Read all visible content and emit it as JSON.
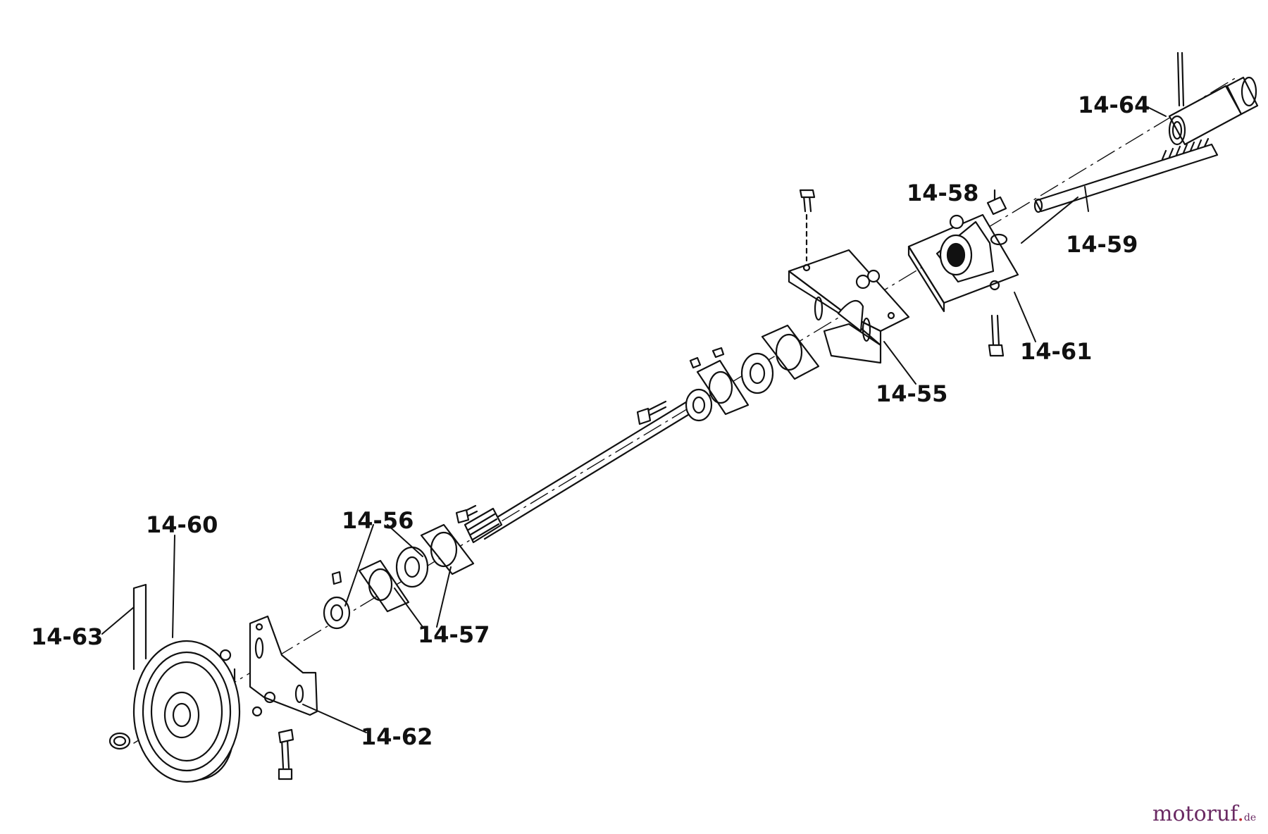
{
  "diagram": {
    "labels": {
      "p1455": "14-55",
      "p1456": "14-56",
      "p1457": "14-57",
      "p1458": "14-58",
      "p1459": "14-59",
      "p1460": "14-60",
      "p1461": "14-61",
      "p1462": "14-62",
      "p1463": "14-63",
      "p1464": "14-64"
    }
  },
  "watermark": {
    "brand": "motoruf",
    "dot": ".",
    "tld": "de"
  },
  "colors": {
    "ink": "#111111",
    "watermark_brand": "#6a2a63",
    "watermark_dot": "#c1272d"
  }
}
